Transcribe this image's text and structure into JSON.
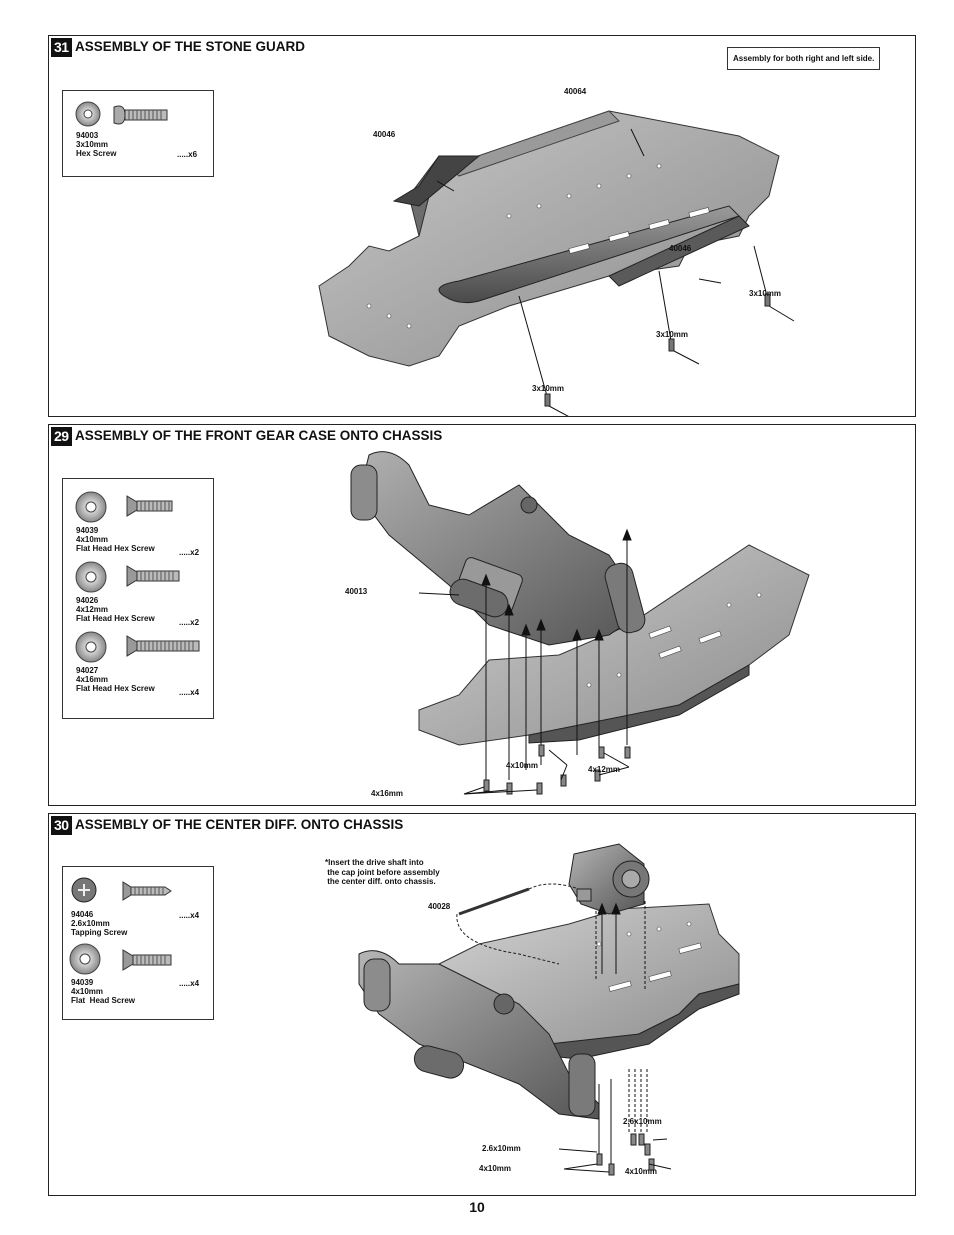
{
  "page_number": "10",
  "steps": [
    {
      "number": "31",
      "title": "ASSEMBLY OF THE STONE GUARD",
      "note": "Assembly for both right and left side.",
      "parts": [
        {
          "code": "94003",
          "size": "3x10mm",
          "name": "Hex Screw",
          "qty": ".....x6"
        }
      ],
      "callouts": {
        "a": "40064",
        "b": "40046",
        "c": "40046",
        "d": "3x10mm",
        "e": "3x10mm",
        "f": "3x10mm"
      }
    },
    {
      "number": "29",
      "title": "ASSEMBLY OF THE FRONT  GEAR CASE ONTO CHASSIS",
      "parts": [
        {
          "code": "94039",
          "size": "4x10mm",
          "name": "Flat Head Hex Screw",
          "qty": ".....x2"
        },
        {
          "code": "94026",
          "size": "4x12mm",
          "name": "Flat Head Hex Screw",
          "qty": ".....x2"
        },
        {
          "code": "94027",
          "size": "4x16mm",
          "name": "Flat Head Hex Screw",
          "qty": ".....x4"
        }
      ],
      "callouts": {
        "a": "40013",
        "b": "4x10mm",
        "c": "4x12mm",
        "d": "4x16mm"
      }
    },
    {
      "number": "30",
      "title": "ASSEMBLY OF THE CENTER DIFF. ONTO CHASSIS",
      "instruction": "*Insert the drive shaft into\n the cap joint before assembly\n the center diff. onto chassis.",
      "parts": [
        {
          "code": "94046",
          "size": "2.6x10mm",
          "name": "Tapping Screw",
          "qty": ".....x4"
        },
        {
          "code": "94039",
          "size": "4x10mm",
          "name": "Flat  Head Screw",
          "qty": ".....x4"
        }
      ],
      "callouts": {
        "a": "40028",
        "b": "2.6x10mm",
        "c": "2.6x10mm",
        "d": "4x10mm",
        "e": "4x10mm"
      }
    }
  ]
}
